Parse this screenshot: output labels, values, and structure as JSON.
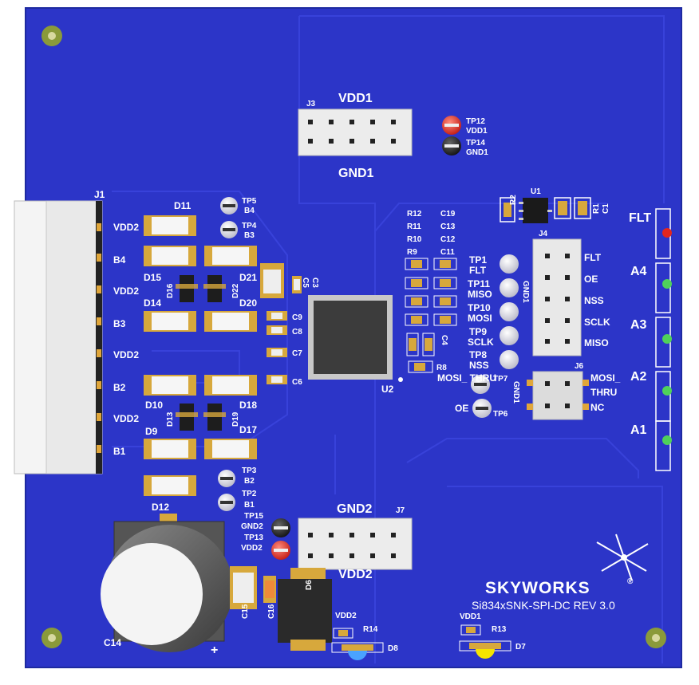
{
  "board": {
    "brand": "SKYWORKS",
    "brand_mark": "®",
    "revision": "Si834xSNK-SPI-DC REV 3.0",
    "colors": {
      "pcb": "#2c35c8",
      "trace": "#3b44d9",
      "silk": "#ffffff",
      "pad": "#d9a93a",
      "led_red": "#e2261e",
      "led_green": "#4fd15a",
      "led_blue": "#4aa3ff",
      "led_yellow": "#f5e400"
    }
  },
  "headers": {
    "j3": {
      "ref": "J3",
      "top": "VDD1",
      "bottom": "GND1"
    },
    "j7": {
      "ref": "J7",
      "top": "GND2",
      "bottom": "VDD2"
    },
    "j4": {
      "ref": "J4",
      "pins": [
        "FLT",
        "OE",
        "NSS",
        "SCLK",
        "MISO"
      ],
      "side": "GND1"
    },
    "j6": {
      "ref": "J6",
      "pins": [
        "MOSI_",
        "THRU",
        "NC"
      ],
      "side": "GND1"
    },
    "j1": {
      "ref": "J1",
      "labels": [
        "VDD2",
        "B4",
        "VDD2",
        "B3",
        "VDD2",
        "B2",
        "VDD2",
        "B1"
      ]
    }
  },
  "testpoints": {
    "tp12": {
      "ref": "TP12",
      "net": "VDD1"
    },
    "tp14": {
      "ref": "TP14",
      "net": "GND1"
    },
    "tp5": {
      "ref": "TP5",
      "net": "B4"
    },
    "tp4": {
      "ref": "TP4",
      "net": "B3"
    },
    "tp3": {
      "ref": "TP3",
      "net": "B2"
    },
    "tp2": {
      "ref": "TP2",
      "net": "B1"
    },
    "tp15": {
      "ref": "TP15",
      "net": "GND2"
    },
    "tp13": {
      "ref": "TP13",
      "net": "VDD2"
    },
    "tp1": {
      "ref": "TP1",
      "net": "FLT"
    },
    "tp11": {
      "ref": "TP11",
      "net": "MISO"
    },
    "tp10": {
      "ref": "TP10",
      "net": "MOSI"
    },
    "tp9": {
      "ref": "TP9",
      "net": "SCLK"
    },
    "tp8": {
      "ref": "TP8",
      "net": "NSS"
    },
    "tp7": {
      "ref": "TP7",
      "net": "MOSI_ THRU"
    },
    "tp6": {
      "ref": "TP6",
      "net": "OE"
    }
  },
  "components": {
    "diodes_left": [
      "D11",
      "D15",
      "D14",
      "D10",
      "D9",
      "D12"
    ],
    "diodes_right": [
      "D21",
      "D20",
      "D18",
      "D17"
    ],
    "diodes_vert": [
      "D16",
      "D22",
      "D13",
      "D19"
    ],
    "caps_mid": [
      "C3",
      "C5",
      "C9",
      "C8",
      "C7",
      "C6"
    ],
    "resistors_stack": [
      "R12",
      "R11",
      "R10",
      "R9"
    ],
    "caps_stack": [
      "C19",
      "C13",
      "C12",
      "C11"
    ],
    "misc": {
      "u1": "U1",
      "u2": "U2",
      "r2": "R2",
      "r1": "R1",
      "c1": "C1",
      "c4": "C4",
      "r8": "R8",
      "c14": "C14",
      "c15": "C15",
      "c16": "C16",
      "d6": "D6",
      "r14": "R14",
      "d8": "D8",
      "r13": "R13",
      "d7": "D7",
      "vdd2_small": "VDD2",
      "vdd1_small": "VDD1",
      "plus": "+"
    }
  },
  "leds_right": [
    {
      "label": "FLT",
      "color": "red"
    },
    {
      "label": "A4",
      "color": "green"
    },
    {
      "label": "A3",
      "color": "green"
    },
    {
      "label": "A2",
      "color": "green"
    },
    {
      "label": "A1",
      "color": "green"
    }
  ]
}
